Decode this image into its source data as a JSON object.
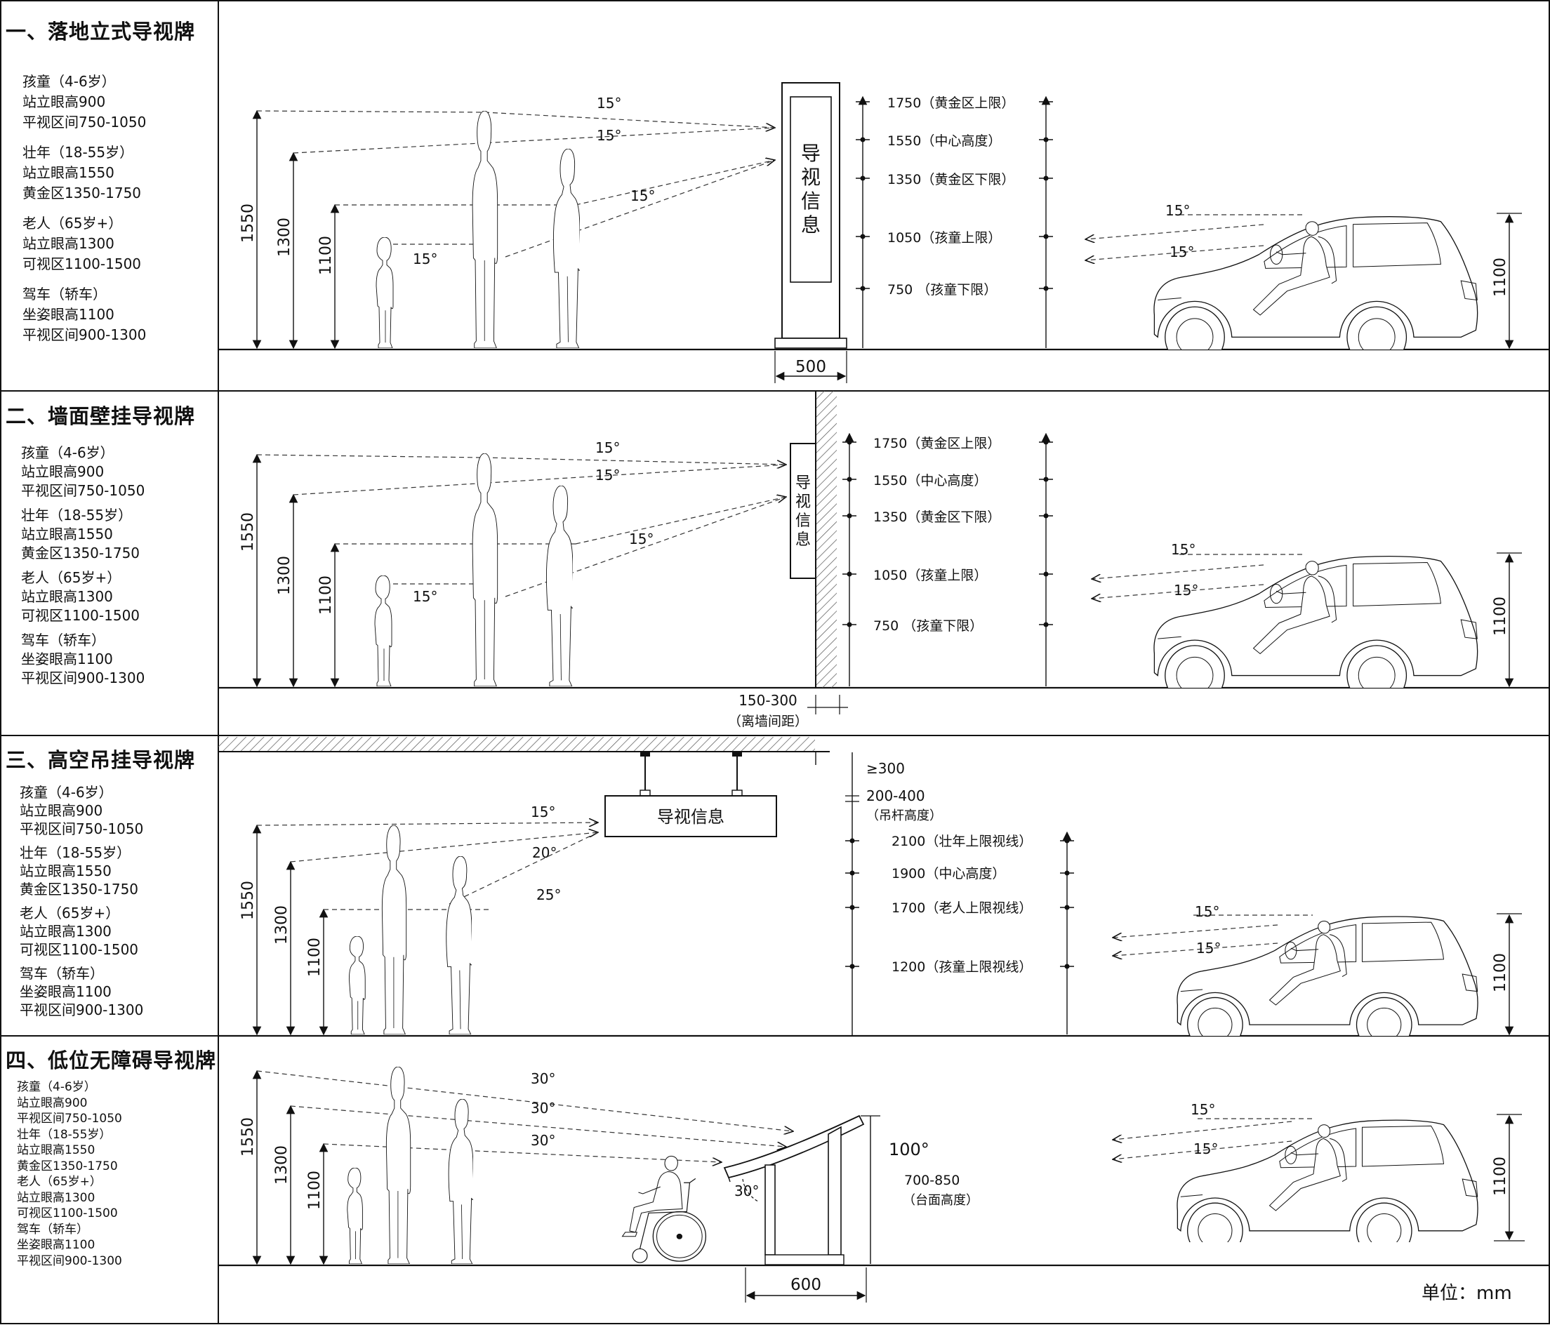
{
  "unit_label": "单位：mm",
  "sections": [
    {
      "title": "一、落地立式导视牌",
      "info": [
        "孩童（4-6岁）",
        "站立眼高900",
        "平视区间750-1050",
        "壮年（18-55岁）",
        "站立眼高1550",
        "黄金区1350-1750",
        "老人（65岁+）",
        "站立眼高1300",
        "可视区1100-1500",
        "驾车（轿车）",
        "坐姿眼高1100",
        "平视区间900-1300"
      ],
      "heights": [
        "1550",
        "1300",
        "1100"
      ],
      "angles": [
        "15°",
        "15°",
        "15°",
        "15°"
      ],
      "sign_chars": [
        "导",
        "视",
        "信",
        "息"
      ],
      "width_label": "500",
      "scale": [
        "1750（黄金区上限）",
        "1550（中心高度）",
        "1350（黄金区下限）",
        "1050（孩童上限）",
        "750 （孩童下限）"
      ],
      "car_angles": [
        "15°",
        "15°"
      ],
      "car_height": "1100"
    },
    {
      "title": "二、墙面壁挂导视牌",
      "info": [
        "孩童（4-6岁）",
        "站立眼高900",
        "平视区间750-1050",
        "壮年（18-55岁）",
        "站立眼高1550",
        "黄金区1350-1750",
        "老人（65岁+）",
        "站立眼高1300",
        "可视区1100-1500",
        "驾车（轿车）",
        "坐姿眼高1100",
        "平视区间900-1300"
      ],
      "heights": [
        "1550",
        "1300",
        "1100"
      ],
      "angles": [
        "15°",
        "15°",
        "15°",
        "15°"
      ],
      "sign_chars": [
        "导",
        "视",
        "信",
        "息"
      ],
      "offset_label": "150-300",
      "offset_note": "（离墙间距）",
      "scale": [
        "1750（黄金区上限）",
        "1550（中心高度）",
        "1350（黄金区下限）",
        "1050（孩童上限）",
        "750 （孩童下限）"
      ],
      "car_angles": [
        "15°",
        "15°"
      ],
      "car_height": "1100"
    },
    {
      "title": "三、高空吊挂导视牌",
      "info": [
        "孩童（4-6岁）",
        "站立眼高900",
        "平视区间750-1050",
        "壮年（18-55岁）",
        "站立眼高1550",
        "黄金区1350-1750",
        "老人（65岁+）",
        "站立眼高1300",
        "可视区1100-1500",
        "驾车（轿车）",
        "坐姿眼高1100",
        "平视区间900-1300"
      ],
      "heights": [
        "1550",
        "1300",
        "1100"
      ],
      "angles": [
        "15°",
        "20°",
        "25°"
      ],
      "sign_text": "导视信息",
      "top_labels": [
        "≥300",
        "200-400",
        "（吊杆高度）"
      ],
      "scale": [
        "2100（壮年上限视线）",
        "1900（中心高度）",
        "1700（老人上限视线）",
        "1200（孩童上限视线）"
      ],
      "car_angles": [
        "15°",
        "15°"
      ],
      "car_height": "1100"
    },
    {
      "title": "四、低位无障碍导视牌",
      "info": [
        "孩童（4-6岁）",
        "站立眼高900",
        "平视区间750-1050",
        "壮年（18-55岁）",
        "站立眼高1550",
        "黄金区1350-1750",
        "老人（65岁+）",
        "站立眼高1300",
        "可视区1100-1500",
        "驾车（轿车）",
        "坐姿眼高1100",
        "平视区间900-1300"
      ],
      "heights": [
        "1550",
        "1300",
        "1100"
      ],
      "angles": [
        "30°",
        "30°",
        "30°"
      ],
      "tilt_angle": "30°",
      "panel_angle": "100°",
      "panel_height": "700-850",
      "panel_note": "（台面高度）",
      "width_label": "600",
      "car_angles": [
        "15°",
        "15°"
      ],
      "car_height": "1100"
    }
  ]
}
